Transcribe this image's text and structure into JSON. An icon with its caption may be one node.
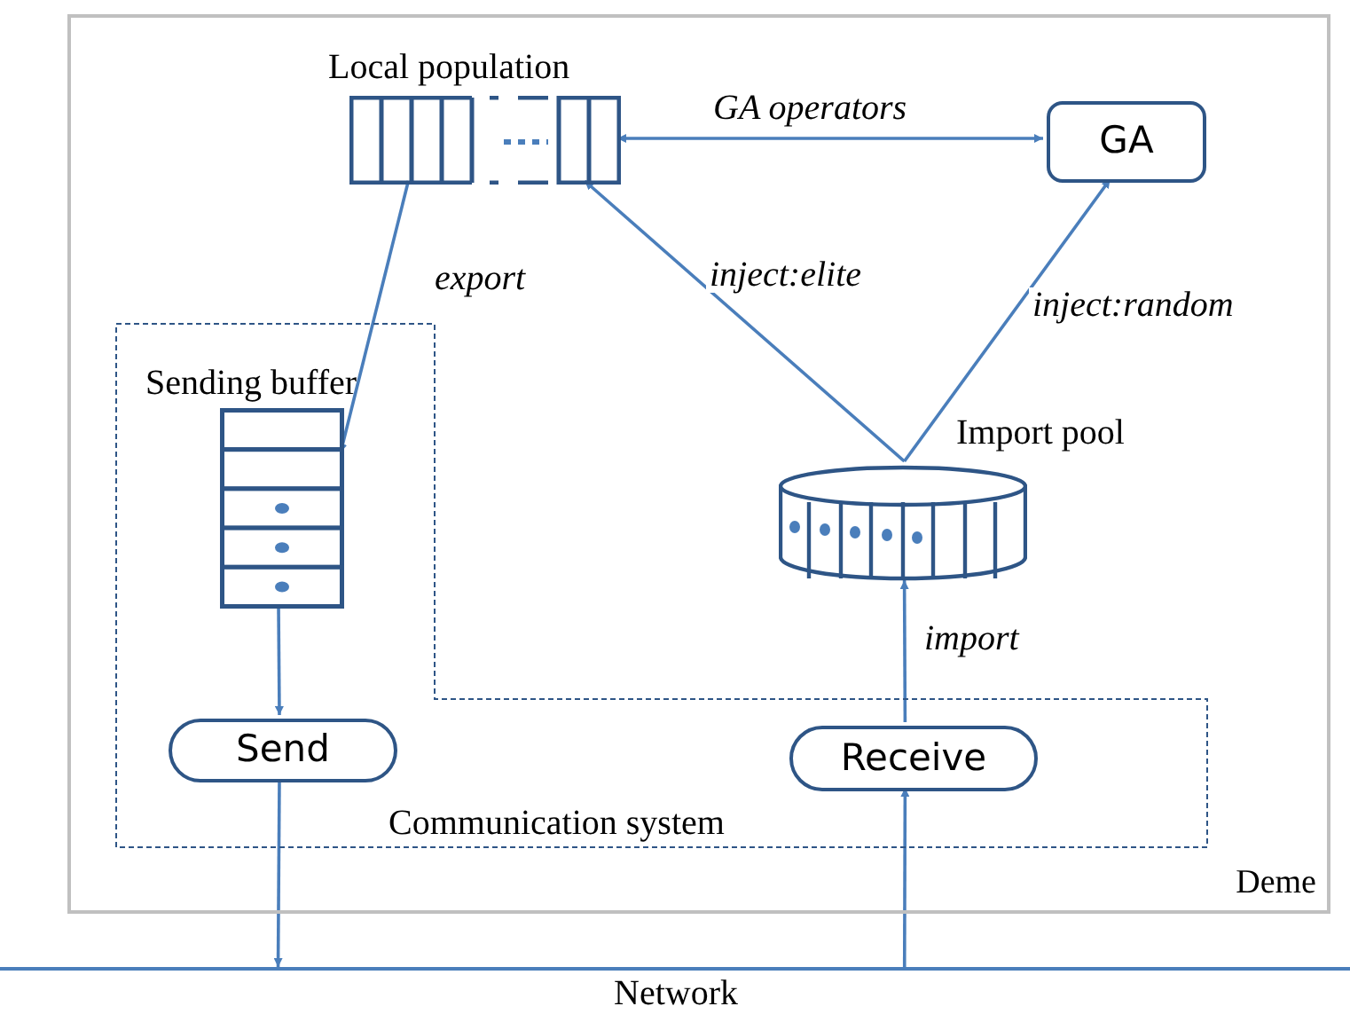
{
  "diagram": {
    "nodes": [
      {
        "text": [
          "Deme"
        ]
      },
      {
        "text": [
          "Communication system"
        ],
        "in": 0
      },
      {
        "text": [
          "Local population"
        ],
        "in": 0
      },
      {
        "text": [
          "GA"
        ],
        "in": 0
      },
      {
        "text": [
          "Sending buffer"
        ],
        "in": 1
      },
      {
        "text": [
          "Import pool"
        ],
        "in": 0
      },
      {
        "text": [
          "Send"
        ],
        "in": 1
      },
      {
        "text": [
          "Receive"
        ],
        "in": 1
      },
      {
        "text": [
          "Network"
        ]
      }
    ],
    "edges": [
      {
        "from": 2,
        "to": 3,
        "arrow": "both",
        "label": "GA operators"
      },
      {
        "from": 2,
        "to": 4,
        "arrow": "to",
        "label": "export"
      },
      {
        "from": 5,
        "to": 2,
        "arrow": "to",
        "label": "inject:elite"
      },
      {
        "from": 5,
        "to": 3,
        "arrow": "to",
        "label": "inject:random"
      },
      {
        "from": 4,
        "to": 6,
        "arrow": "to"
      },
      {
        "from": 7,
        "to": 5,
        "arrow": "to",
        "label": "import"
      },
      {
        "from": 6,
        "to": 8,
        "arrow": "to"
      },
      {
        "from": 8,
        "to": 7,
        "arrow": "to"
      }
    ]
  }
}
